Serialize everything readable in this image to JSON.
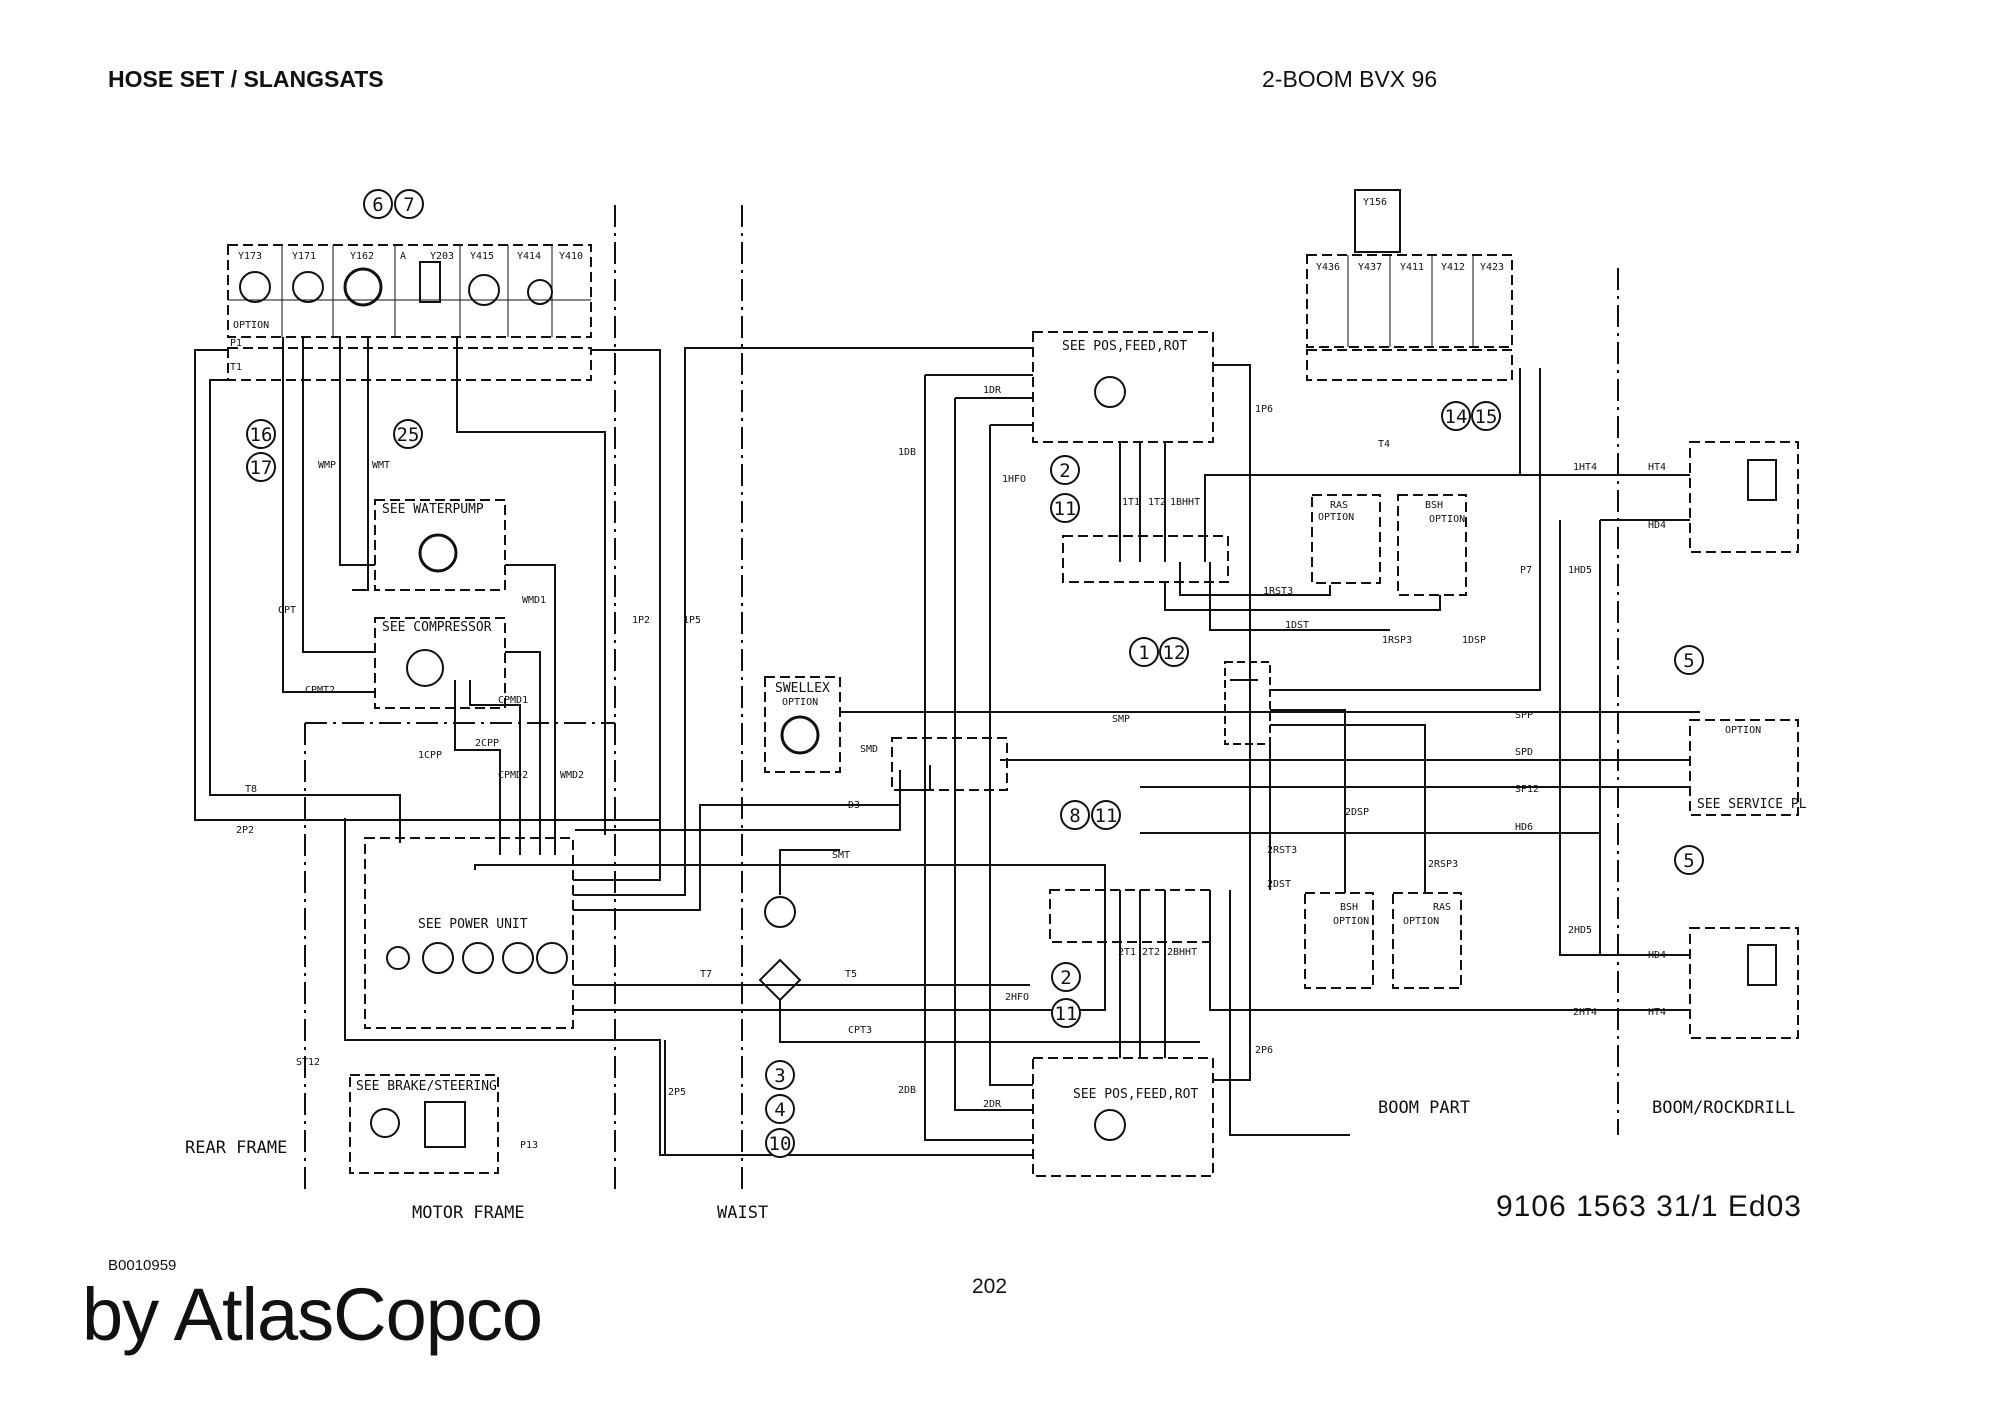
{
  "header": {
    "title": "HOSE SET / SLANGSATS",
    "model": "2-BOOM BVX 96"
  },
  "footer": {
    "doc_code": "B0010959",
    "page": "202",
    "brand": "by AtlasCopco",
    "drawing_number": "9106 1563 31/1  Ed03"
  },
  "sections": {
    "rear_frame": "REAR FRAME",
    "motor_frame": "MOTOR FRAME",
    "waist": "WAIST",
    "boom_part": "BOOM PART",
    "boom_rockdrill": "BOOM/ROCKDRILL"
  },
  "boxes": {
    "waterpump": "SEE WATERPUMP",
    "compressor": "SEE COMPRESSOR",
    "power_unit": "SEE POWER UNIT",
    "brake_steering": "SEE BRAKE/STEERING",
    "pos_feed_rot_top": "SEE POS,FEED,ROT",
    "pos_feed_rot_bottom": "SEE POS,FEED,ROT",
    "swellex": "SWELLEX",
    "swellex_option": "OPTION",
    "service_pl": "SEE SERVICE PL",
    "service_option": "OPTION",
    "ras_top": "RAS",
    "bsh_top": "BSH",
    "ras_bottom": "RAS",
    "bsh_bottom": "BSH",
    "option": "OPTION"
  },
  "valves_left": [
    "Y173",
    "Y171",
    "Y162",
    "Y203",
    "Y415",
    "Y414",
    "Y410"
  ],
  "valves_right": [
    "Y436",
    "Y437",
    "Y411",
    "Y412",
    "Y423"
  ],
  "valve_top_right": "Y156",
  "valve_port_a": "A",
  "valve_port_p1": "P1",
  "valve_port_t1": "T1",
  "callouts": [
    "6",
    "7",
    "16",
    "17",
    "25",
    "14",
    "15",
    "2",
    "11",
    "1",
    "12",
    "5",
    "8",
    "11",
    "2",
    "11",
    "5",
    "3",
    "4",
    "10"
  ],
  "hoses": {
    "wmp": "WMP",
    "wmt": "WMT",
    "wmd1": "WMD1",
    "wmd2": "WMD2",
    "cpt": "CPT",
    "cpmt2": "CPMT2",
    "cpmd1": "CPMD1",
    "cpmd2": "CPMD2",
    "1cpp": "1CPP",
    "2cpp": "2CPP",
    "t8": "T8",
    "2p2": "2P2",
    "1p2": "1P2",
    "1p5": "1P5",
    "1p6": "1P6",
    "t4": "T4",
    "1db": "1DB",
    "1dr": "1DR",
    "1hfo": "1HFO",
    "1t1": "1T1",
    "1t2": "1T2",
    "1bhht": "1BHHT",
    "1rst3": "1RST3",
    "1dst": "1DST",
    "1rsp3": "1RSP3",
    "1dsp": "1DSP",
    "p7": "P7",
    "1ht4": "1HT4",
    "ht4_top": "HT4",
    "hd4_top": "HD4",
    "1hd5": "1HD5",
    "smp": "SMP",
    "spp": "SPP",
    "spd": "SPD",
    "sp12": "SP12",
    "hd6": "HD6",
    "smd": "SMD",
    "d3": "D3",
    "smt": "SMT",
    "2dsp": "2DSP",
    "2rst3": "2RST3",
    "2dst": "2DST",
    "2rsp3": "2RSP3",
    "2hd5": "2HD5",
    "hd4_bottom": "HD4",
    "2ht4": "2HT4",
    "ht4_bottom": "HT4",
    "t7": "T7",
    "t5": "T5",
    "cpt3": "CPT3",
    "2hfo": "2HFO",
    "2t1": "2T1",
    "2t2": "2T2",
    "2bhht": "2BHHT",
    "2p5": "2P5",
    "2p6": "2P6",
    "2db": "2DB",
    "2dr": "2DR",
    "st12": "ST12",
    "p13": "P13"
  }
}
